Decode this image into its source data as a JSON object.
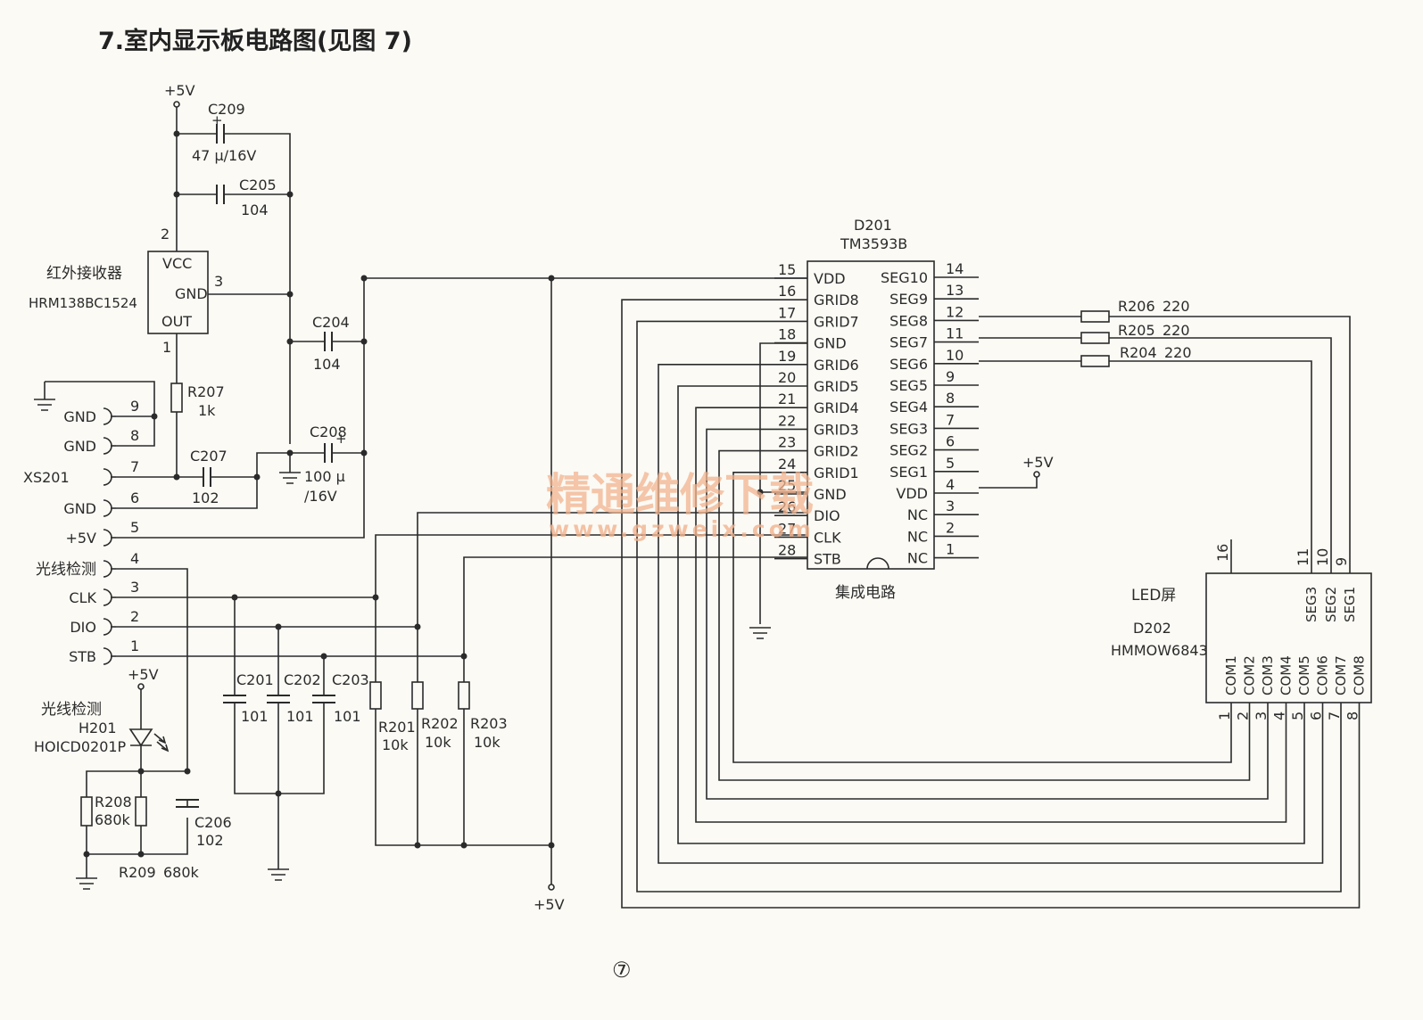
{
  "title": "7.室内显示板电路图(见图 7)",
  "page_number": "⑦",
  "watermark": {
    "name": "精通维修下载",
    "url": "www.gzweix.com"
  },
  "ic": {
    "ref": "D201",
    "part": "TM3593B",
    "caption": "集成电路",
    "left_pins": [
      {
        "num": "15",
        "name": "VDD"
      },
      {
        "num": "16",
        "name": "GRID8"
      },
      {
        "num": "17",
        "name": "GRID7"
      },
      {
        "num": "18",
        "name": "GND"
      },
      {
        "num": "19",
        "name": "GRID6"
      },
      {
        "num": "20",
        "name": "GRID5"
      },
      {
        "num": "21",
        "name": "GRID4"
      },
      {
        "num": "22",
        "name": "GRID3"
      },
      {
        "num": "23",
        "name": "GRID2"
      },
      {
        "num": "24",
        "name": "GRID1"
      },
      {
        "num": "25",
        "name": "GND"
      },
      {
        "num": "26",
        "name": "DIO"
      },
      {
        "num": "27",
        "name": "CLK"
      },
      {
        "num": "28",
        "name": "STB"
      }
    ],
    "right_pins": [
      {
        "num": "14",
        "name": "SEG10"
      },
      {
        "num": "13",
        "name": "SEG9"
      },
      {
        "num": "12",
        "name": "SEG8"
      },
      {
        "num": "11",
        "name": "SEG7"
      },
      {
        "num": "10",
        "name": "SEG6"
      },
      {
        "num": "9",
        "name": "SEG5"
      },
      {
        "num": "8",
        "name": "SEG4"
      },
      {
        "num": "7",
        "name": "SEG3"
      },
      {
        "num": "6",
        "name": "SEG2"
      },
      {
        "num": "5",
        "name": "SEG1"
      },
      {
        "num": "4",
        "name": "VDD"
      },
      {
        "num": "3",
        "name": "NC"
      },
      {
        "num": "2",
        "name": "NC"
      },
      {
        "num": "1",
        "name": "NC"
      }
    ]
  },
  "led": {
    "name": "LED屏",
    "ref": "D202",
    "part": "HMMOW6843",
    "top_pins": [
      {
        "num": "16",
        "name": ""
      },
      {
        "num": "11",
        "name": "SEG3"
      },
      {
        "num": "10",
        "name": "SEG2"
      },
      {
        "num": "9",
        "name": "SEG1"
      }
    ],
    "bottom_pins": [
      {
        "num": "1",
        "name": "COM1"
      },
      {
        "num": "2",
        "name": "COM2"
      },
      {
        "num": "3",
        "name": "COM3"
      },
      {
        "num": "4",
        "name": "COM4"
      },
      {
        "num": "5",
        "name": "COM5"
      },
      {
        "num": "6",
        "name": "COM6"
      },
      {
        "num": "7",
        "name": "COM7"
      },
      {
        "num": "8",
        "name": "COM8"
      }
    ]
  },
  "ir_receiver": {
    "name": "红外接收器",
    "part": "HRM138BC1524",
    "vcc": "VCC",
    "gnd": "GND",
    "out": "OUT",
    "pin_vcc": "2",
    "pin_gnd": "3",
    "pin_out": "1"
  },
  "connector": {
    "ref": "XS201",
    "pins": [
      {
        "num": "9",
        "label": "GND"
      },
      {
        "num": "8",
        "label": "GND"
      },
      {
        "num": "7",
        "label": ""
      },
      {
        "num": "6",
        "label": "GND"
      },
      {
        "num": "5",
        "label": "+5V"
      },
      {
        "num": "4",
        "label": "光线检测"
      },
      {
        "num": "3",
        "label": "CLK"
      },
      {
        "num": "2",
        "label": "DIO"
      },
      {
        "num": "1",
        "label": "STB"
      }
    ]
  },
  "light_sensor": {
    "title": "光线检测",
    "ref": "H201",
    "part": "HOICD0201P"
  },
  "power_labels": {
    "vcc_top": "+5V",
    "vcc_sensor": "+5V",
    "vcc_ic": "+5V",
    "vcc_bottom": "+5V"
  },
  "capacitors": {
    "C209": {
      "ref": "C209",
      "value": "47 μ/16V"
    },
    "C205": {
      "ref": "C205",
      "value": "104"
    },
    "C204": {
      "ref": "C204",
      "value": "104"
    },
    "C208": {
      "ref": "C208",
      "value1": "100 μ",
      "value2": "/16V"
    },
    "C207": {
      "ref": "C207",
      "value": "102"
    },
    "C201": {
      "ref": "C201",
      "value": "101"
    },
    "C202": {
      "ref": "C202",
      "value": "101"
    },
    "C203": {
      "ref": "C203",
      "value": "101"
    },
    "C206": {
      "ref": "C206",
      "value": "102"
    }
  },
  "resistors": {
    "R207": {
      "ref": "R207",
      "value": "1k"
    },
    "R201": {
      "ref": "R201",
      "value": "10k"
    },
    "R202": {
      "ref": "R202",
      "value": "10k"
    },
    "R203": {
      "ref": "R203",
      "value": "10k"
    },
    "R208": {
      "ref": "R208",
      "value": "680k"
    },
    "R209": {
      "ref": "R209",
      "value": "680k"
    },
    "R206": {
      "ref": "R206",
      "value": "220"
    },
    "R205": {
      "ref": "R205",
      "value": "220"
    },
    "R204": {
      "ref": "R204",
      "value": "220"
    }
  },
  "plus_sign": "+"
}
